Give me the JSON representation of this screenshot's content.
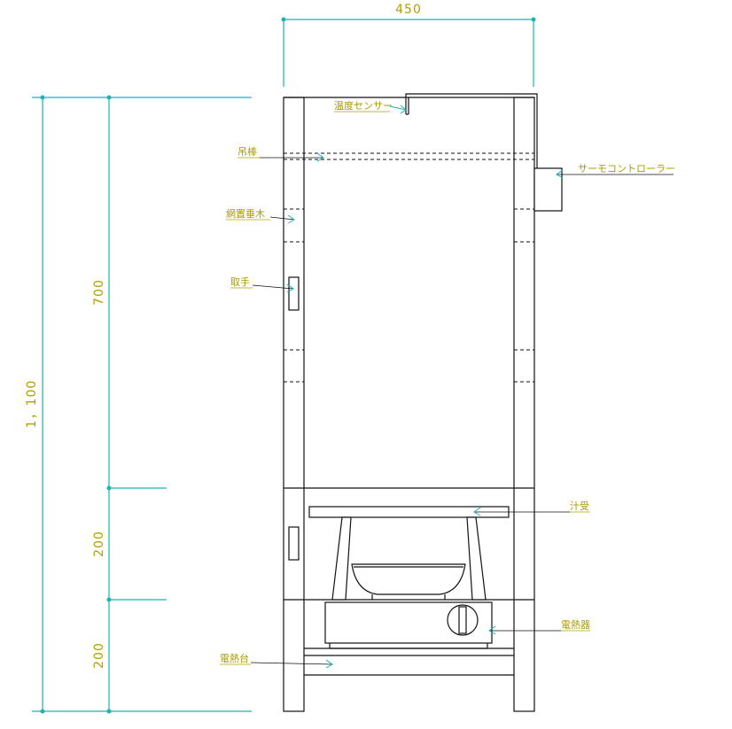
{
  "dimensions": {
    "width": "450",
    "total_height": "1，100",
    "upper_height": "700",
    "middle_height": "200",
    "lower_height": "200"
  },
  "labels": {
    "temp_sensor": "温度センサー",
    "hanging_bar": "吊棒",
    "net_rail": "網置垂木",
    "handle": "取手",
    "thermo_controller": "サーモコントローラー",
    "drip_tray": "汁受",
    "heater": "電熱器",
    "heater_stand": "電熱台"
  },
  "colors": {
    "dimension_line": "#1ab5b5",
    "label_text": "#a89b00",
    "drawing_line": "#111111"
  }
}
